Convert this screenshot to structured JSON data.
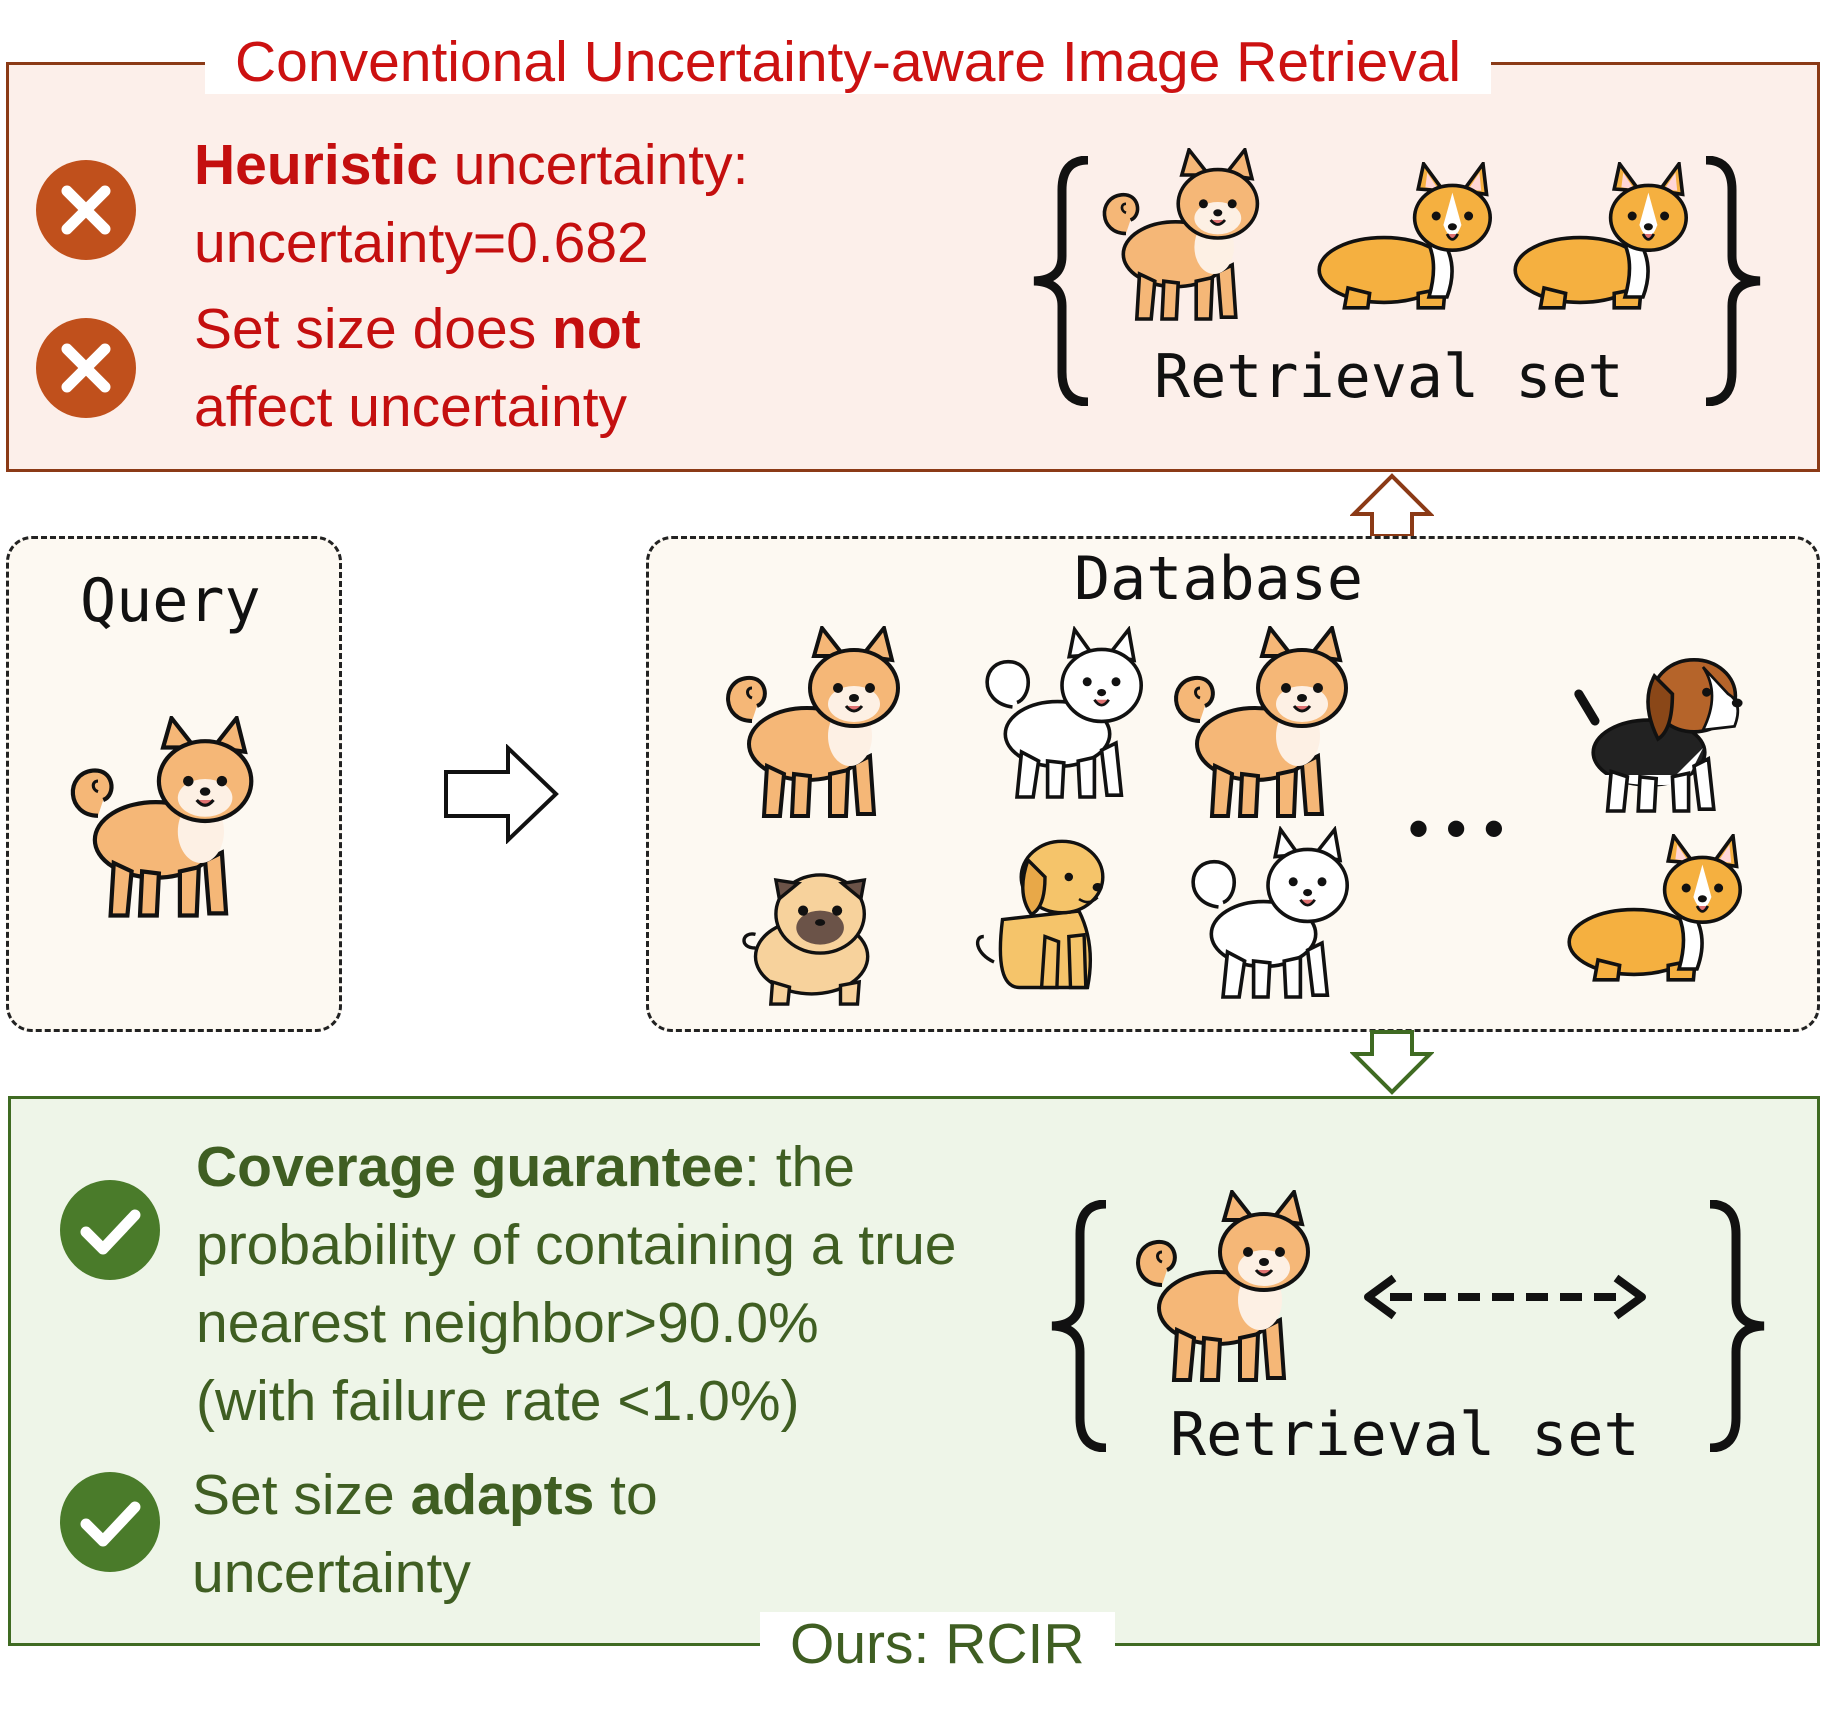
{
  "conventional": {
    "title": "Conventional Uncertainty-aware Image Retrieval",
    "line1_bold": "Heuristic",
    "line1_rest": " uncertainty:",
    "line2": "uncertainty=0.682",
    "line3_pre": "Set size does ",
    "line3_bold": "not",
    "line4": "affect uncertainty",
    "set_label": "Retrieval set"
  },
  "query": {
    "label": "Query"
  },
  "database": {
    "label": "Database",
    "ellipsis": "• • •"
  },
  "ours": {
    "title": "Ours: RCIR",
    "line1_bold": "Coverage guarantee",
    "line1_rest": ": the",
    "line2": "probability of containing a true",
    "line3": "nearest neighbor>90.0%",
    "line4": "(with failure rate <1.0%)",
    "line5_pre": "Set size ",
    "line5_bold": "adapts",
    "line5_post": " to",
    "line6": "uncertainty",
    "set_label": "Retrieval set"
  },
  "icons": {
    "cross": "cross-circle-icon",
    "check": "check-circle-icon",
    "arrow_right": "arrow-right-icon",
    "arrow_up": "arrow-up-icon",
    "arrow_down": "arrow-down-icon",
    "double_arrow": "double-arrow-icon"
  },
  "colors": {
    "red_text": "#c40f0f",
    "green_text": "#3f5e22",
    "cross_fill": "#c0501c",
    "check_fill": "#4a7b2a",
    "top_border": "#8b3a16",
    "bottom_border": "#3f6b22"
  }
}
